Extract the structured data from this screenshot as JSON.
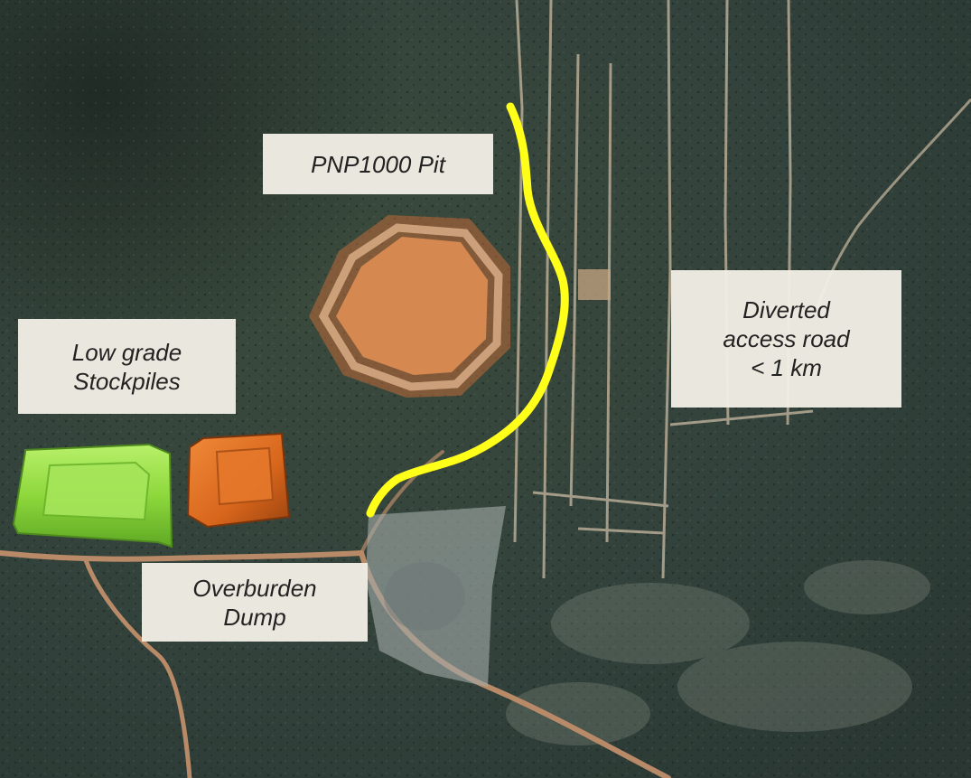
{
  "labels": {
    "pit": [
      "PNP1000  Pit"
    ],
    "stockpiles": [
      "Low grade",
      "Stockpiles"
    ],
    "road": [
      "Diverted",
      "access road",
      "< 1 km"
    ],
    "dump": [
      "Overburden",
      "Dump"
    ]
  },
  "colors": {
    "road_highlight": "#ffff1a",
    "pit": "#d98a4e",
    "stockpile_green": "#8ed83c",
    "stockpile_orange": "#d8661c",
    "dump_area": "#9aa1a1"
  }
}
